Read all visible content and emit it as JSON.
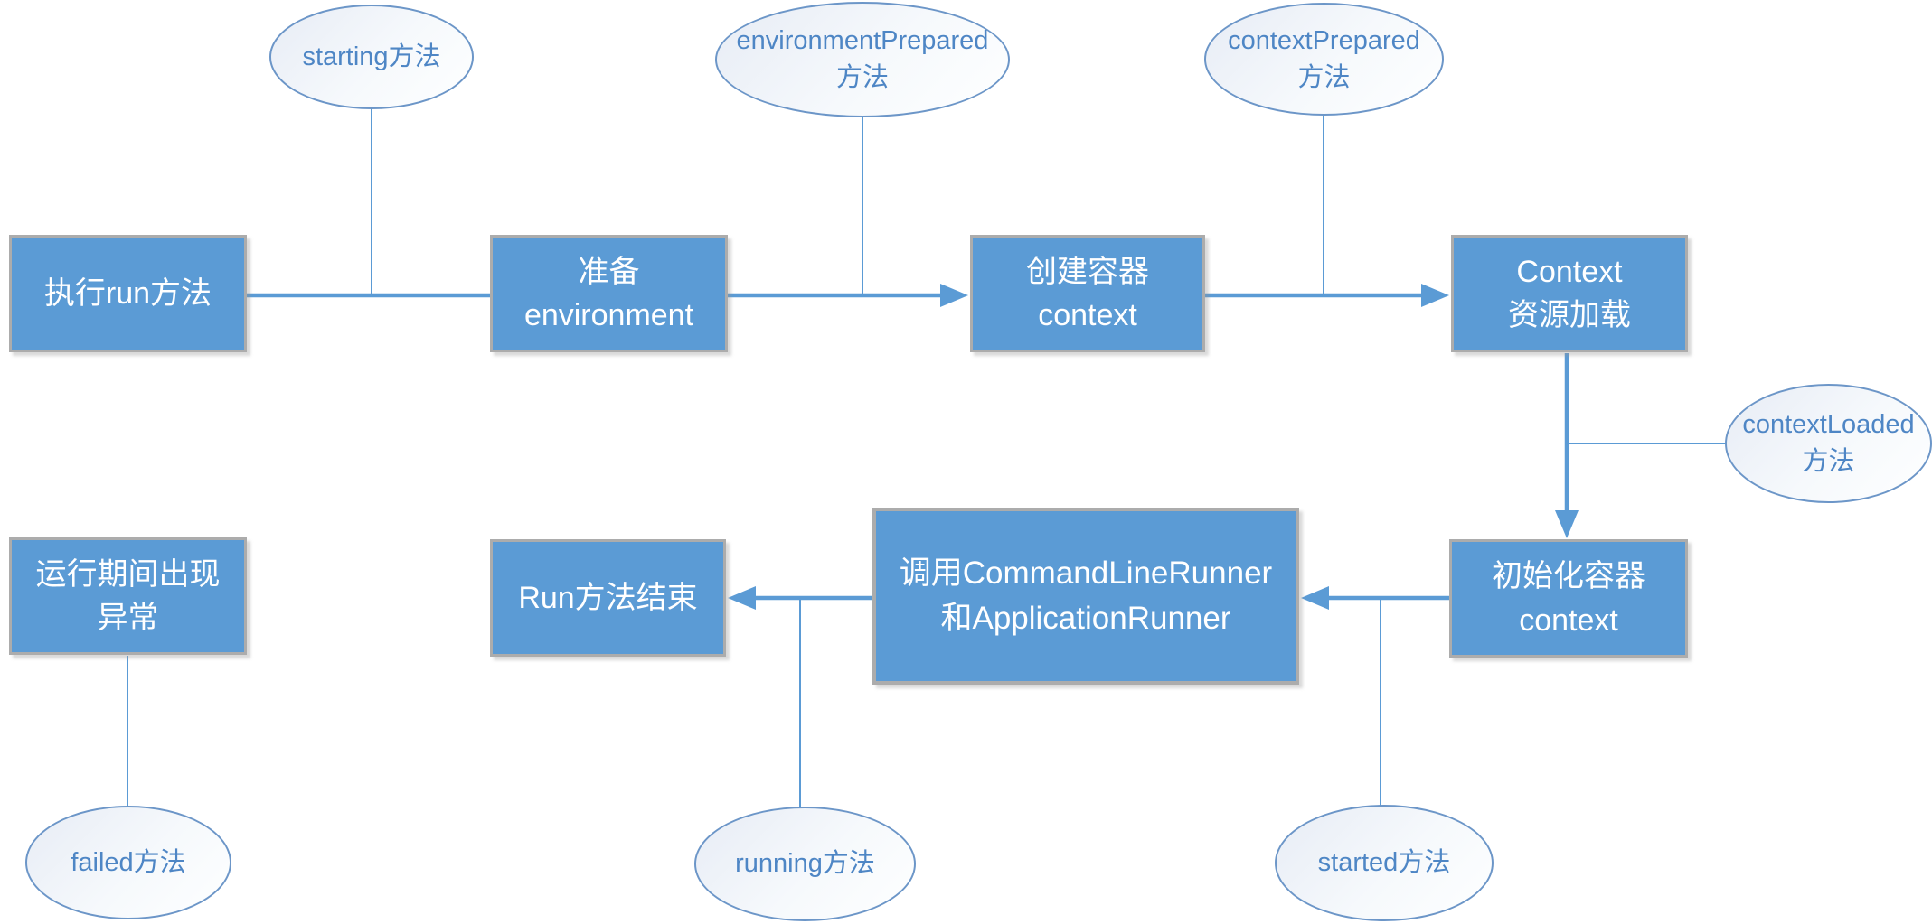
{
  "colors": {
    "box_fill": "#5B9BD5",
    "box_border": "#ACACAC",
    "box_text": "#FFFFFF",
    "ellipse_border": "#6C96C8",
    "ellipse_text": "#4E86C5",
    "connector": "#5B9BD5"
  },
  "nodes": {
    "run_start": {
      "lines": [
        "执行run方法"
      ]
    },
    "prepare_environment": {
      "lines": [
        "准备",
        "environment"
      ]
    },
    "create_context": {
      "lines": [
        "创建容器",
        "context"
      ]
    },
    "context_load": {
      "lines": [
        "Context",
        "资源加载"
      ]
    },
    "init_context": {
      "lines": [
        "初始化容器",
        "context"
      ]
    },
    "call_runners": {
      "lines": [
        "调用CommandLineRunner",
        "和ApplicationRunner"
      ]
    },
    "run_end": {
      "lines": [
        "Run方法结束"
      ]
    },
    "runtime_exception": {
      "lines": [
        "运行期间出现",
        "异常"
      ]
    }
  },
  "listeners": {
    "starting": {
      "lines": [
        "starting方法"
      ]
    },
    "environment_prepared": {
      "lines": [
        "environmentPrepared",
        "方法"
      ]
    },
    "context_prepared": {
      "lines": [
        "contextPrepared",
        "方法"
      ]
    },
    "context_loaded": {
      "lines": [
        "contextLoaded",
        "方法"
      ]
    },
    "started": {
      "lines": [
        "started方法"
      ]
    },
    "running": {
      "lines": [
        "running方法"
      ]
    },
    "failed": {
      "lines": [
        "failed方法"
      ]
    }
  },
  "connections": [
    {
      "from": "run_start",
      "to": "prepare_environment",
      "arrow": false
    },
    {
      "from": "prepare_environment",
      "to": "create_context",
      "arrow": true
    },
    {
      "from": "create_context",
      "to": "context_load",
      "arrow": true
    },
    {
      "from": "context_load",
      "to": "init_context",
      "arrow": true
    },
    {
      "from": "init_context",
      "to": "call_runners",
      "arrow": true
    },
    {
      "from": "call_runners",
      "to": "run_end",
      "arrow": true
    },
    {
      "from": "starting",
      "to": "edge:run_start-prepare_environment",
      "arrow": false
    },
    {
      "from": "environment_prepared",
      "to": "edge:prepare_environment-create_context",
      "arrow": false
    },
    {
      "from": "context_prepared",
      "to": "edge:create_context-context_load",
      "arrow": false
    },
    {
      "from": "context_loaded",
      "to": "edge:context_load-init_context",
      "arrow": false
    },
    {
      "from": "started",
      "to": "edge:init_context-call_runners",
      "arrow": false
    },
    {
      "from": "running",
      "to": "edge:call_runners-run_end",
      "arrow": false
    },
    {
      "from": "runtime_exception",
      "to": "failed",
      "arrow": false
    }
  ]
}
